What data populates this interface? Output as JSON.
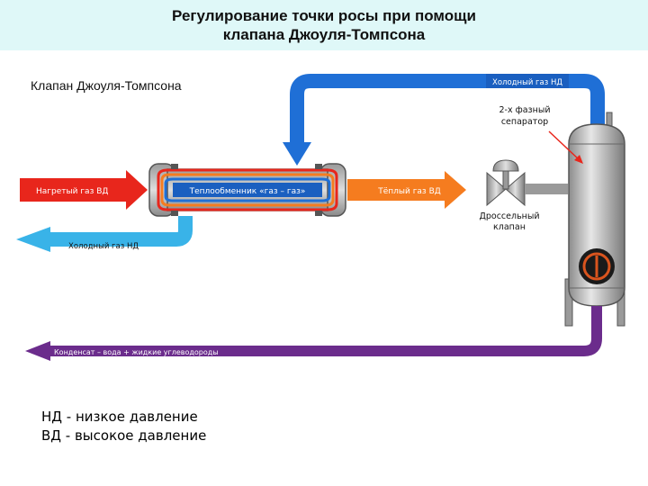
{
  "title": {
    "line1": "Регулирование точки росы при помощи",
    "line2": "клапана Джоуля-Томпсона"
  },
  "diagram": {
    "heading": "Клапан Джоуля-Томпсона",
    "labels": {
      "hot_gas_hp": "Нагретый газ ВД",
      "heat_exchanger": "Теплообменник «газ – газ»",
      "warm_gas_hp": "Тёплый газ ВД",
      "cold_gas_lp_top": "Холодный газ НД",
      "separator_line1": "2-х фазный",
      "separator_line2": "сепаратор",
      "throttle_line1": "Дроссельный",
      "throttle_line2": "клапан",
      "cold_gas_lp_out": "Холодный газ НД",
      "condensate": "Конденсат – вода + жидкие углеводороды"
    },
    "colors": {
      "hot": "#e8261c",
      "warm": "#f57c1f",
      "cold": "#1f6fd6",
      "cold_light": "#39b3e8",
      "condensate": "#6b2c8c",
      "vessel": "#b8b8b8"
    }
  },
  "legend": {
    "lp": "НД - низкое давление",
    "hp": "ВД - высокое давление"
  }
}
